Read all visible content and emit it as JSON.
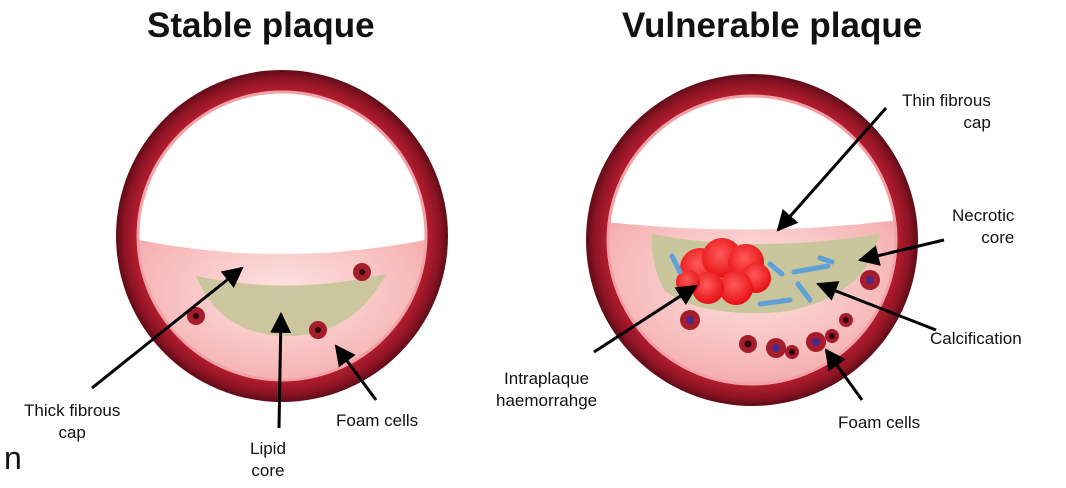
{
  "titles": {
    "stable": "Stable plaque",
    "vulnerable": "Vulnerable plaque"
  },
  "stable_labels": {
    "thick_cap": [
      "Thick fibrous",
      "cap"
    ],
    "lipid_core": [
      "Lipid",
      "core"
    ],
    "foam_cells": "Foam cells"
  },
  "vulnerable_labels": {
    "thin_cap": [
      "Thin fibrous",
      "cap"
    ],
    "necrotic_core": [
      "Necrotic",
      "core"
    ],
    "calcification": "Calcification",
    "haemorrhage": [
      "Intraplaque",
      "haemorrahge"
    ],
    "foam_cells": "Foam cells"
  },
  "edge_fragment": "n",
  "colors": {
    "vessel_wall": "#a8182a",
    "plaque": "#f4a9ac",
    "lipid": "#c8c49a",
    "haemorrhage": "#ff1a1a",
    "calcification": "#5fa0d8",
    "foam_cell": "#a21d2a"
  }
}
